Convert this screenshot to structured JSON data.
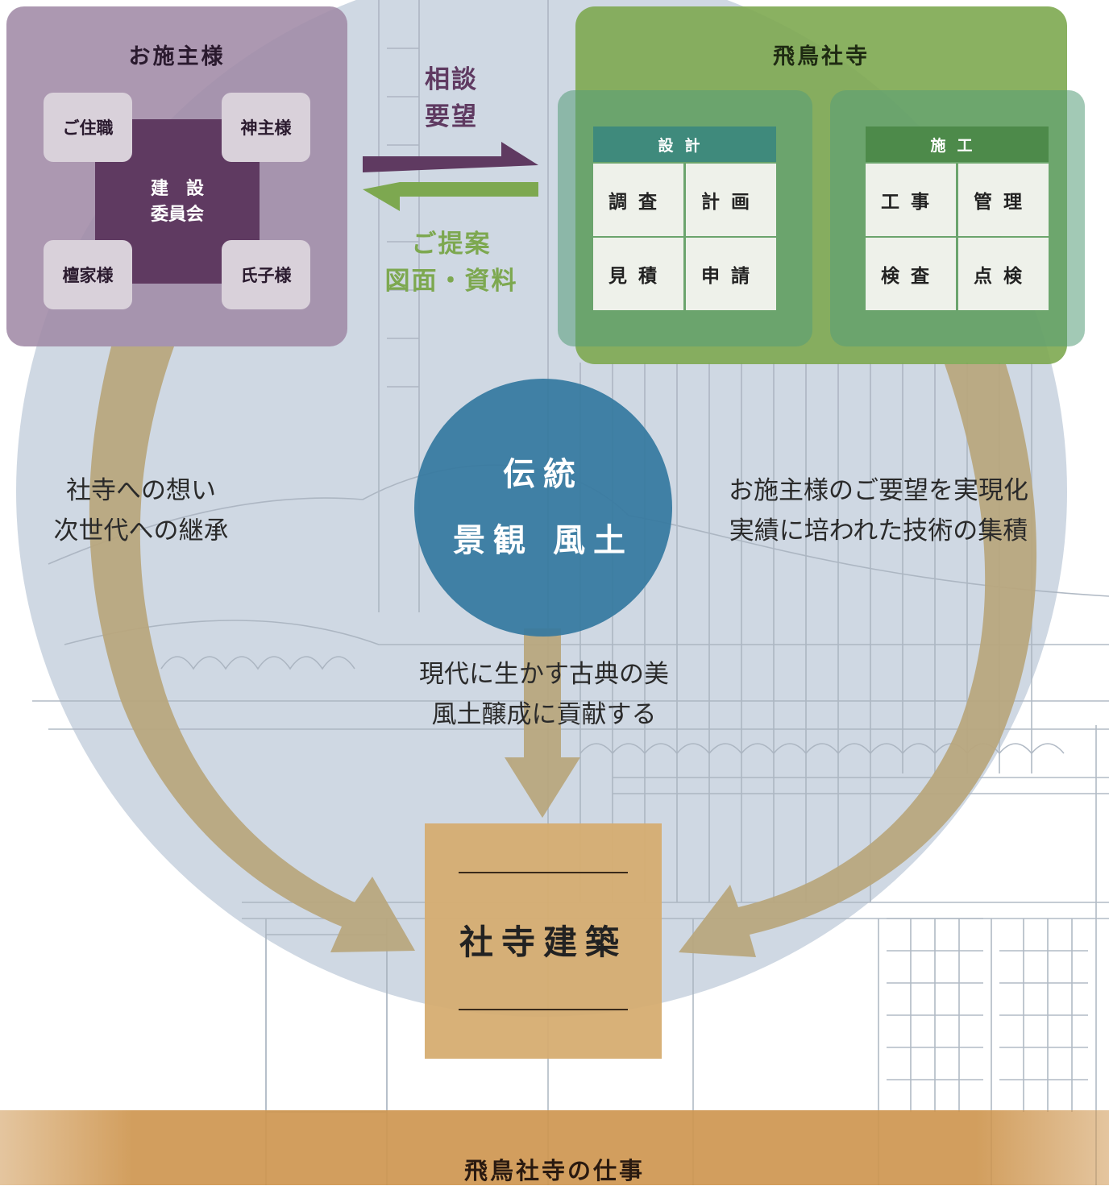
{
  "colors": {
    "client": "#a08aa6",
    "committee": "#5f3a61",
    "company": "#7da850",
    "design_header": "#3f8a7c",
    "construct_header": "#4d8a4a",
    "request_arrow": "#5f3a61",
    "proposal_arrow": "#7da850",
    "tradition": "#3478a0",
    "flow_arrow": "#b8a67c",
    "result": "#d6ac70",
    "background_circle": "#cfd8e3"
  },
  "client": {
    "title": "お施主様",
    "committee": [
      "建　設",
      "委員会"
    ],
    "members": {
      "top_left": "ご住職",
      "top_right": "神主様",
      "bottom_left": "檀家様",
      "bottom_right": "氏子様"
    }
  },
  "exchange": {
    "request": [
      "相談",
      "要望"
    ],
    "proposal": [
      "ご提案",
      "図面・資料"
    ]
  },
  "company": {
    "title": "飛鳥社寺",
    "design": {
      "header": "設計",
      "cells": [
        "調査",
        "計画",
        "見積",
        "申請"
      ]
    },
    "construction": {
      "header": "施工",
      "cells": [
        "工事",
        "管理",
        "検査",
        "点検"
      ]
    }
  },
  "tradition": {
    "line1": "伝統",
    "line2": "景観 風土"
  },
  "left_text": [
    "社寺への想い",
    "次世代への継承"
  ],
  "right_text": [
    "お施主様のご要望を実現化",
    "実績に培われた技術の集積"
  ],
  "center_text": [
    "現代に生かす古典の美",
    "風土醸成に貢献する"
  ],
  "result": {
    "label": "社寺建築"
  },
  "footer": {
    "title": "飛鳥社寺の仕事"
  }
}
